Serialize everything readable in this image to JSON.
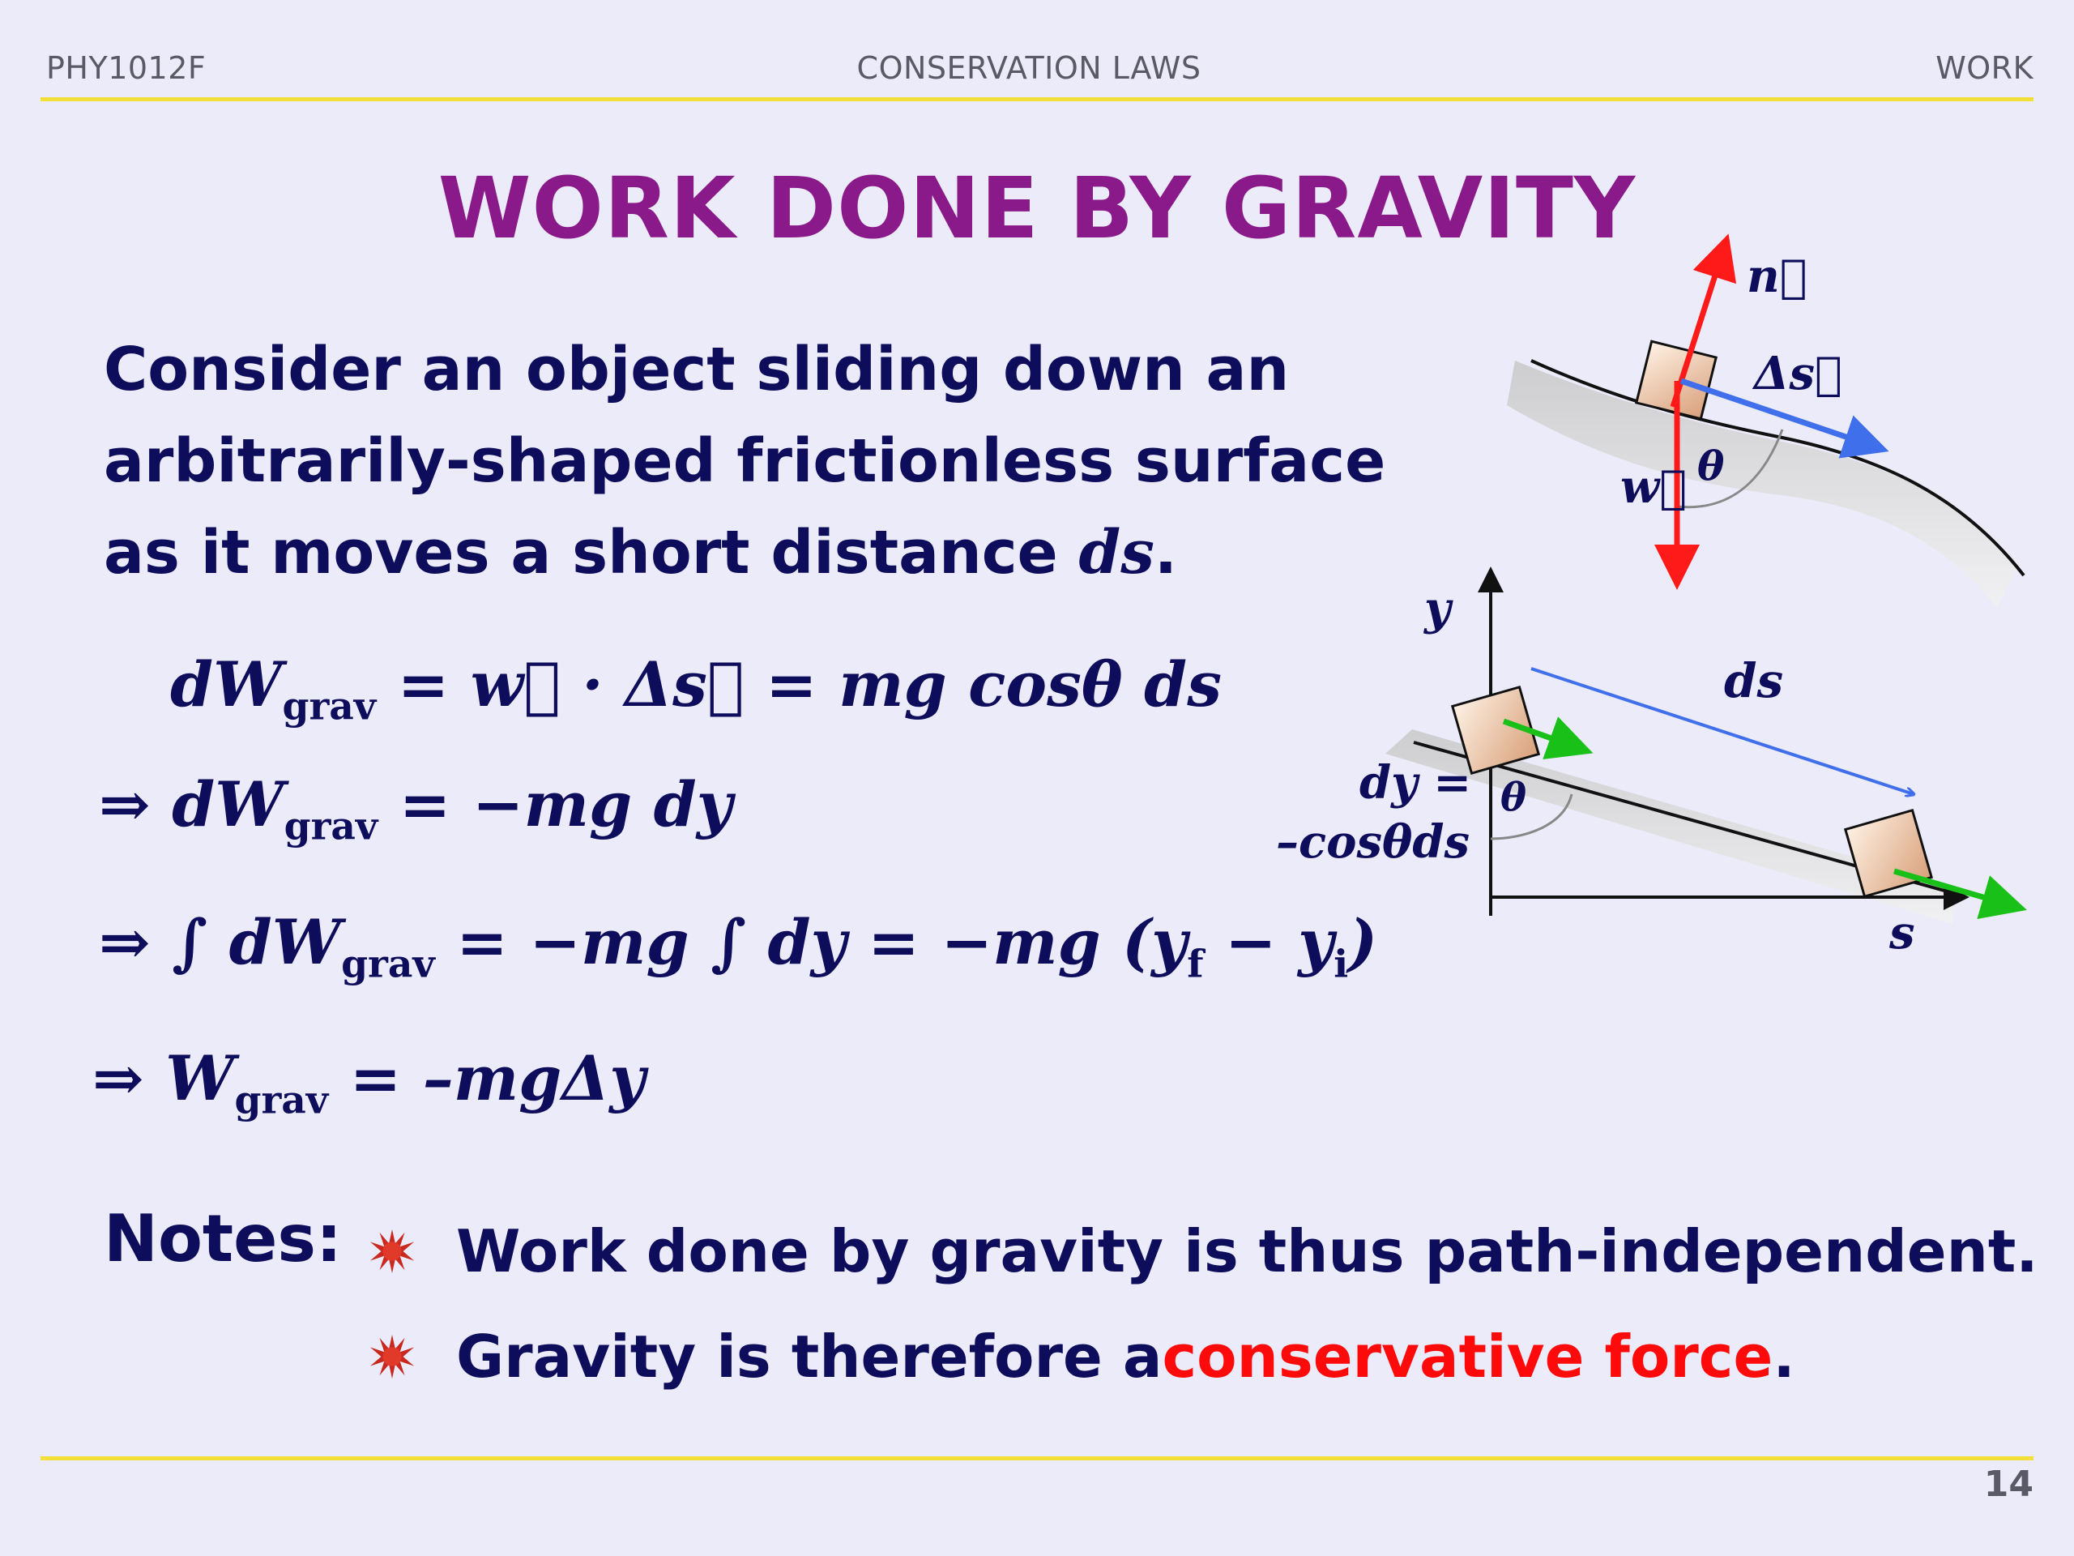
{
  "header": {
    "course": "PHY1012F",
    "section": "CONSERVATION LAWS",
    "topic": "WORK"
  },
  "page_number": "14",
  "title": "WORK DONE BY GRAVITY",
  "intro": {
    "line1": "Consider an object sliding down an",
    "line2": "arbitrarily-shaped frictionless surface",
    "line3_text": "as it moves a short distance ",
    "line3_var": "ds",
    "line3_end": "."
  },
  "equations": {
    "eq1": "dW",
    "eq1_sub": "grav",
    "eq1_rest": "  = w⃗ · Δs⃗  =  mg cosθ ds",
    "eq2": "⇒  dW",
    "eq2_sub": "grav",
    "eq2_rest": "  = −mg dy",
    "eq3": "⇒  ∫ dW",
    "eq3_sub": "grav",
    "eq3_rest": "  = −mg ∫ dy  = −mg (y",
    "eq3_sub2": "f",
    "eq3_rest2": " − y",
    "eq3_sub3": "i",
    "eq3_end": ")",
    "eq4": "⇒ W",
    "eq4_sub": "grav",
    "eq4_rest": " = –mgΔy"
  },
  "notes": {
    "label": "Notes:",
    "note1": "Work done by gravity is thus path-independent.",
    "note2_text": "Gravity is therefore a ",
    "note2_highlight": "conservative force",
    "note2_end": "."
  },
  "diagram": {
    "label_n": "n⃗",
    "label_ds_vec": "Δs⃗",
    "label_w": "w⃗",
    "label_theta": "θ",
    "label_y": "y",
    "label_ds": "ds",
    "label_dy": "dy =",
    "label_cos": "–cosθds",
    "label_theta2": "θ",
    "label_s": "s"
  },
  "colors": {
    "title": "#8a1a8a",
    "text": "#0d0d5c",
    "highlight": "#ff0a0a",
    "rule": "#f2df3a",
    "normal_force": "#ff1a1a",
    "displacement": "#3f6fea",
    "velocity": "#18c018"
  }
}
